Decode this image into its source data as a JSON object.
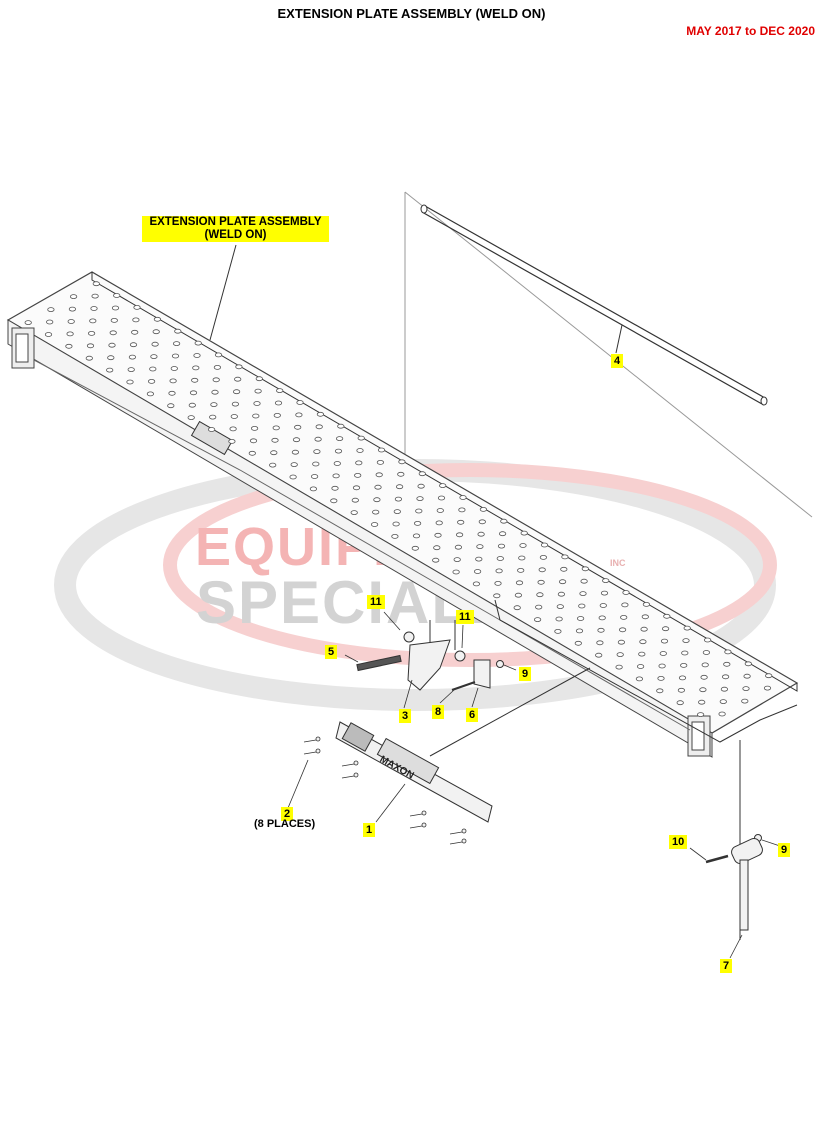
{
  "header": {
    "title": "EXTENSION PLATE ASSEMBLY (WELD ON)",
    "date_range": "MAY 2017 to DEC 2020"
  },
  "assembly_label": {
    "line1": "EXTENSION PLATE ASSEMBLY",
    "line2": "(WELD ON)"
  },
  "callouts": {
    "c1": "1",
    "c2": "2",
    "c2_note": "(8 PLACES)",
    "c3": "3",
    "c4": "4",
    "c5": "5",
    "c6": "6",
    "c7": "7",
    "c8": "8",
    "c9a": "9",
    "c9b": "9",
    "c10": "10",
    "c11a": "11",
    "c11b": "11"
  },
  "watermark": {
    "line1": "EQUIPMENT",
    "line2": "SPECIALISTS",
    "suffix": "INC"
  },
  "plate_brand": "MAXON",
  "colors": {
    "highlight": "#ffff00",
    "date_text": "#e00000",
    "watermark_red": "#f4b4b4",
    "watermark_gray": "#d0d0d0"
  }
}
